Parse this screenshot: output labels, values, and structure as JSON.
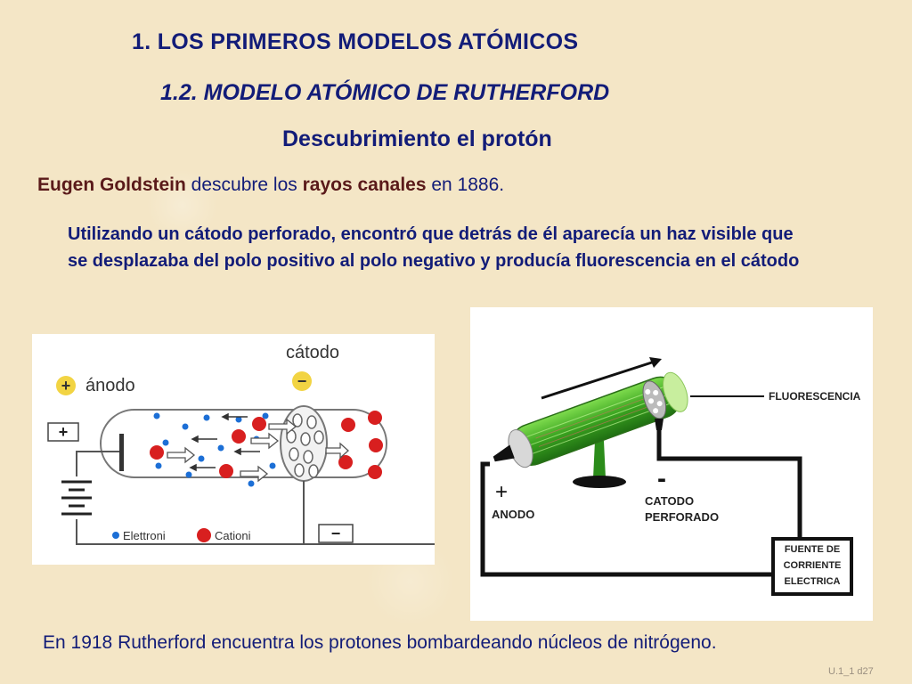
{
  "title": "1. LOS PRIMEROS MODELOS ATÓMICOS",
  "subtitle": "1.2. MODELO ATÓMICO DE RUTHERFORD",
  "section": "Descubrimiento el protón",
  "intro": {
    "name": "Eugen Goldstein",
    "text1": " descubre los ",
    "term": "rayos canales",
    "text2": " en 1886."
  },
  "description": "Utilizando un cátodo perforado, encontró que detrás de él aparecía un haz visible que se desplazaba del polo positivo al polo negativo y producía fluorescencia en el cátodo",
  "figure_left": {
    "cathode_label": "cátodo",
    "anode_label": "ánodo",
    "plus_sign": "+",
    "minus_sign": "−",
    "legend_electrons": "Elettroni",
    "legend_cations": "Cationi",
    "colors": {
      "electron": "#1c6fd6",
      "cation": "#d81f1f"
    }
  },
  "figure_right": {
    "fluorescence_label": "FLUORESCENCIA",
    "anode_label": "ANODO",
    "anode_sign": "+",
    "cathode_label_1": "CATODO",
    "cathode_label_2": "PERFORADO",
    "cathode_sign": "-",
    "source_label_1": "FUENTE DE",
    "source_label_2": "CORRIENTE",
    "source_label_3": "ELECTRICA",
    "colors": {
      "tube": "#4fbf2a"
    }
  },
  "footer": "En 1918 Rutherford encuentra los protones bombardeando núcleos de nitrógeno.",
  "slide_number": "U.1_1 d27"
}
